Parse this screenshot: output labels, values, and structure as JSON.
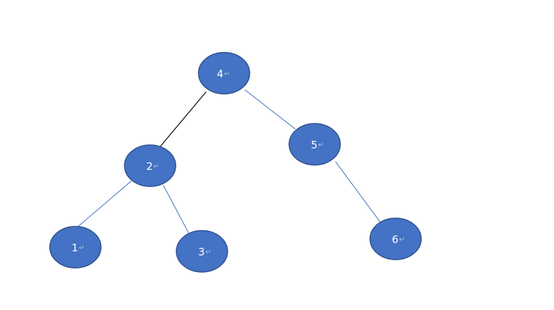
{
  "diagram": {
    "type": "binary-tree",
    "node_fill": "#4472C4",
    "node_stroke": "#2F528F",
    "edge_color_default": "#5B86C8",
    "edge_color_highlight": "#000000",
    "paragraph_mark": "↵",
    "nodes": [
      {
        "id": "n4",
        "label": "4"
      },
      {
        "id": "n2",
        "label": "2"
      },
      {
        "id": "n5",
        "label": "5"
      },
      {
        "id": "n1",
        "label": "1"
      },
      {
        "id": "n3",
        "label": "3"
      },
      {
        "id": "n6",
        "label": "6"
      }
    ],
    "edges": [
      {
        "from": "n4",
        "to": "n2",
        "style": "highlight"
      },
      {
        "from": "n4",
        "to": "n5",
        "style": "default"
      },
      {
        "from": "n2",
        "to": "n1",
        "style": "default"
      },
      {
        "from": "n2",
        "to": "n3",
        "style": "default"
      },
      {
        "from": "n5",
        "to": "n6",
        "style": "default"
      }
    ]
  }
}
